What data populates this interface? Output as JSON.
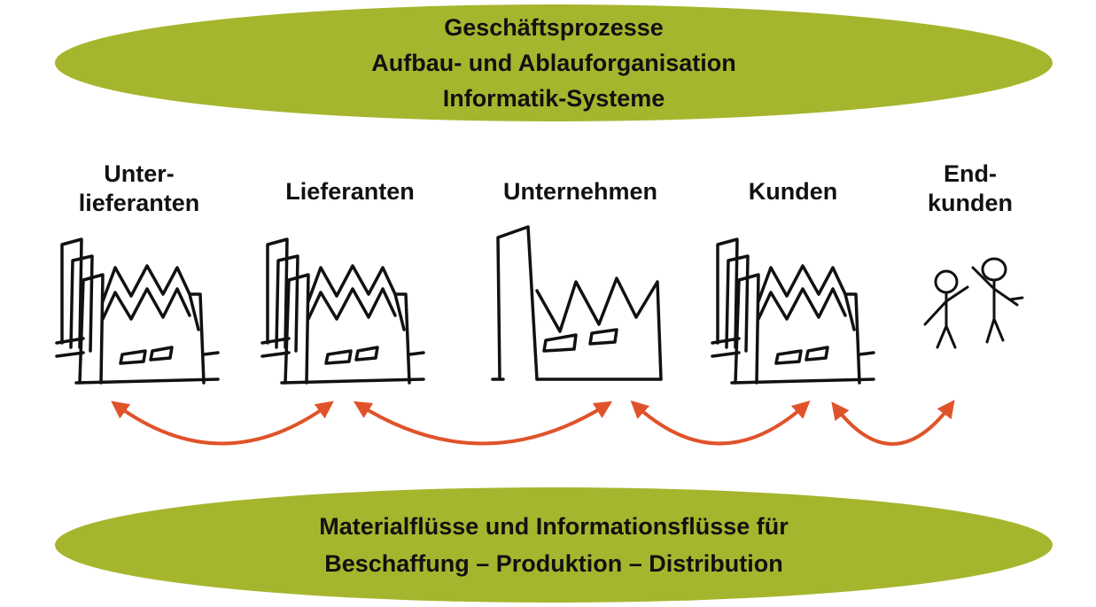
{
  "colors": {
    "ellipse": "#a5b62e",
    "arrow": "#e0532a",
    "ink": "#111111"
  },
  "top_ellipse": {
    "lines": [
      "Geschäftsprozesse",
      "Aufbau- und Ablauforganisation",
      "Informatik-Systeme"
    ]
  },
  "stages": [
    {
      "lines": [
        "Unter-",
        "lieferanten"
      ],
      "icon": "factory-icon"
    },
    {
      "lines": [
        "Lieferanten"
      ],
      "icon": "factory-icon"
    },
    {
      "lines": [
        "Unternehmen"
      ],
      "icon": "factory-icon"
    },
    {
      "lines": [
        "Kunden"
      ],
      "icon": "factory-icon"
    },
    {
      "lines": [
        "End-",
        "kunden"
      ],
      "icon": "people-icon"
    }
  ],
  "bottom_ellipse": {
    "lines": [
      "Materialflüsse und Informationsflüsse für",
      "Beschaffung – Produktion – Distribution"
    ]
  }
}
